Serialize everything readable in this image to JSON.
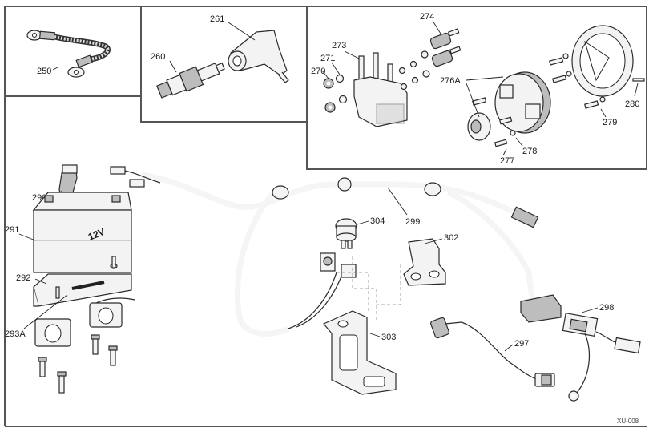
{
  "callouts": {
    "c250": "250",
    "c260": "260",
    "c261": "261",
    "c270": "270",
    "c271": "271",
    "c273": "273",
    "c274": "274",
    "c276A": "276A",
    "c277": "277",
    "c278": "278",
    "c279": "279",
    "c280": "280",
    "c290": "290",
    "c291": "291",
    "c292": "292",
    "c293A": "293A",
    "c297": "297",
    "c298": "298",
    "c299": "299",
    "c302": "302",
    "c303": "303",
    "c304": "304"
  },
  "battery_label": "12V",
  "figure_code": "XU-008"
}
